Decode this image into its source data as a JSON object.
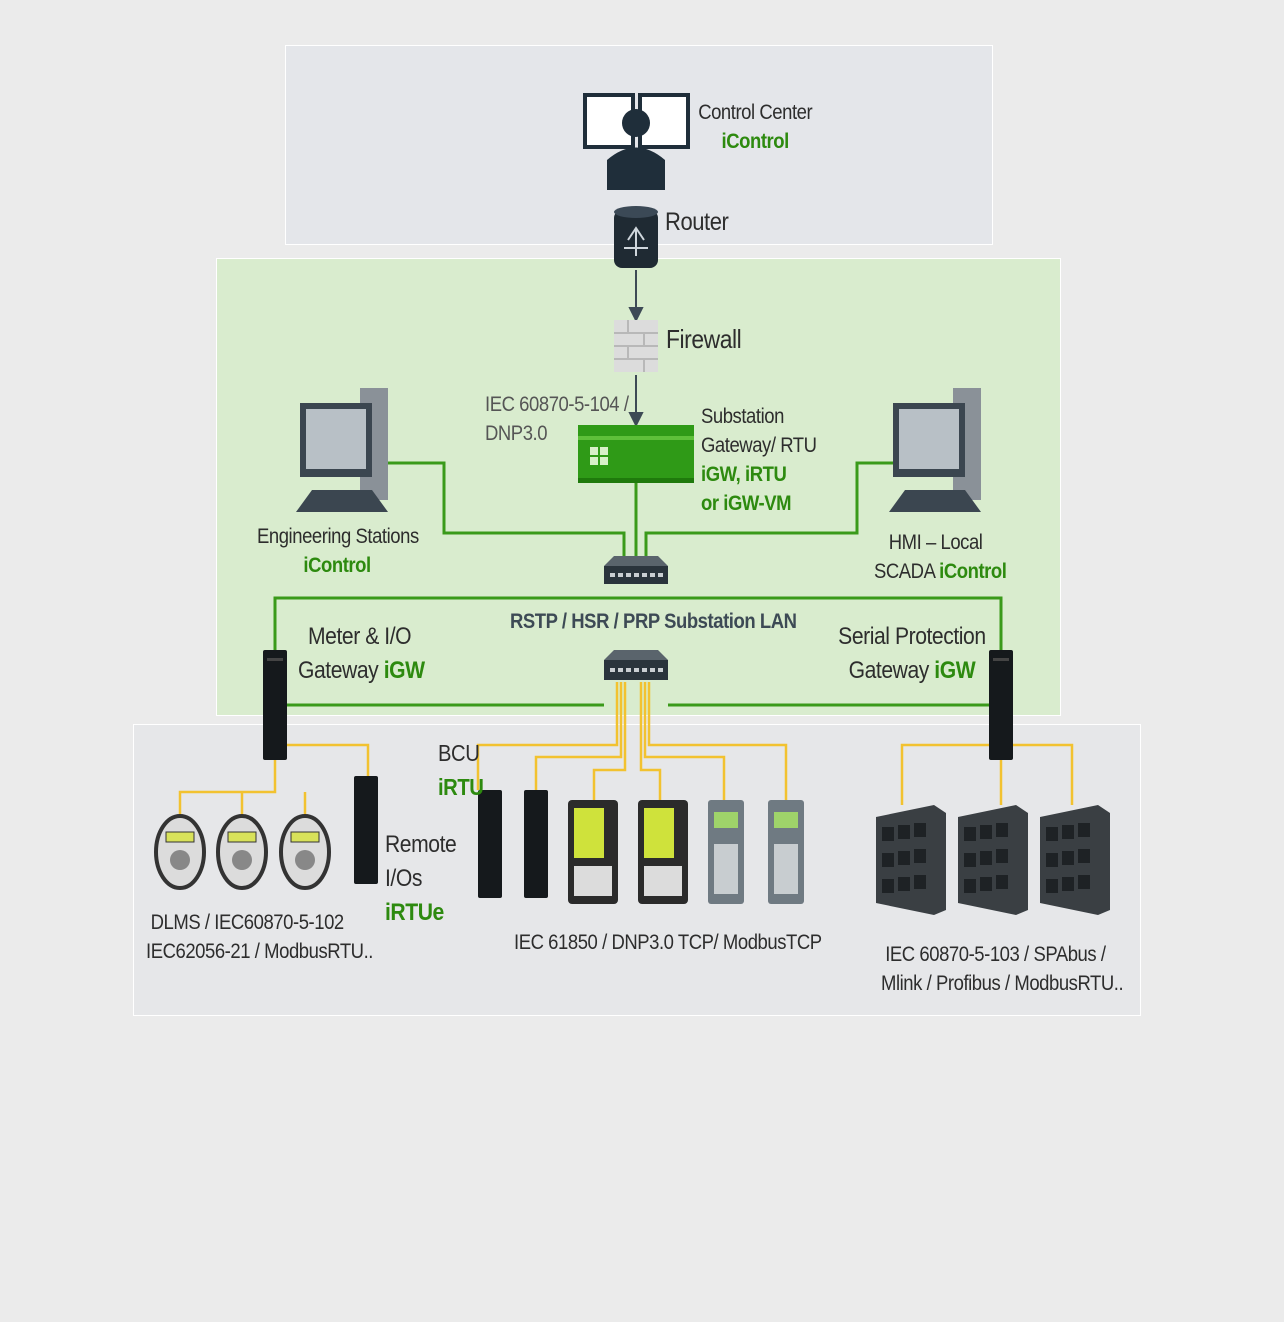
{
  "colors": {
    "green_line": "#3a9a1a",
    "yellow_line": "#f2c230",
    "brand_green": "#2d8a0f",
    "dark_device": "#1f2a33"
  },
  "control_center": {
    "line1": "Control Center",
    "line2": "iControl",
    "icon": "operator-icon"
  },
  "router": {
    "label": "Router",
    "icon": "router-icon"
  },
  "firewall": {
    "label": "Firewall",
    "icon": "firewall-icon"
  },
  "protocol_upper": {
    "line1": "IEC 60870-5-104 /",
    "line2": "DNP3.0"
  },
  "substation_gateway": {
    "line1": "Substation",
    "line2": "Gateway/ RTU",
    "line3": "iGW, iRTU",
    "line4": "or iGW-VM",
    "icon": "gateway-rack-icon"
  },
  "engineering": {
    "line1": "Engineering Stations",
    "line2": "iControl",
    "icon": "workstation-icon"
  },
  "hmi": {
    "line1": "HMI – Local",
    "line2a": "SCADA ",
    "line2b": "iControl",
    "icon": "workstation-icon"
  },
  "lan": {
    "label": "RSTP / HSR / PRP Substation LAN",
    "icon": "switch-icon"
  },
  "meter_gateway": {
    "line1": "Meter & I/O",
    "line2a": "Gateway ",
    "line2b": "iGW"
  },
  "serial_gateway": {
    "line1": "Serial Protection",
    "line2a": "Gateway ",
    "line2b": "iGW"
  },
  "bcu": {
    "line1": "BCU",
    "line2": "iRTU"
  },
  "remote_io": {
    "line1": "Remote",
    "line2": "I/Os",
    "line3": "iRTUe"
  },
  "protocol_meters": {
    "line1": "DLMS / IEC60870-5-102",
    "line2": "IEC62056-21 / ModbusRTU.."
  },
  "protocol_ied": {
    "line1": "IEC 61850 / DNP3.0 TCP/ ModbusTCP"
  },
  "protocol_serial": {
    "line1": "IEC 60870-5-103 / SPAbus /",
    "line2": "Mlink / Profibus / ModbusRTU.."
  }
}
